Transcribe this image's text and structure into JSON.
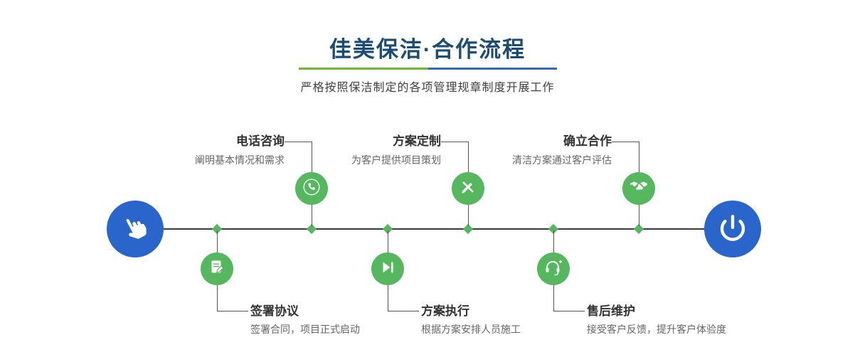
{
  "header": {
    "title": "佳美保洁·合作流程",
    "subtitle": "严格按照保洁制定的各项管理规章制度开展工作"
  },
  "colors": {
    "title_navy": "#1b4d74",
    "accent_green": "#55b85f",
    "accent_blue": "#2a65cc",
    "divider_green": "#6fb92c",
    "divider_blue": "#2e6db4",
    "timeline_line": "#3a3a3a"
  },
  "timeline": {
    "start_icon": "hand-pointer-icon",
    "end_icon": "power-icon"
  },
  "steps": [
    {
      "title": "电话咨询",
      "desc": "阐明基本情况和需求",
      "icon": "phone-icon",
      "position": "above"
    },
    {
      "title": "签署协议",
      "desc": "签署合同，项目正式启动",
      "icon": "contract-pen-icon",
      "position": "below"
    },
    {
      "title": "方案定制",
      "desc": "为客户提供项目策划",
      "icon": "design-tools-icon",
      "position": "above"
    },
    {
      "title": "方案执行",
      "desc": "根据方案安排人员施工",
      "icon": "play-icon",
      "position": "below"
    },
    {
      "title": "确立合作",
      "desc": "清洁方案通过客户评估",
      "icon": "handshake-icon",
      "position": "above"
    },
    {
      "title": "售后维护",
      "desc": "接受客户反馈，提升客户体验度",
      "icon": "headset-plus-icon",
      "position": "below"
    }
  ]
}
